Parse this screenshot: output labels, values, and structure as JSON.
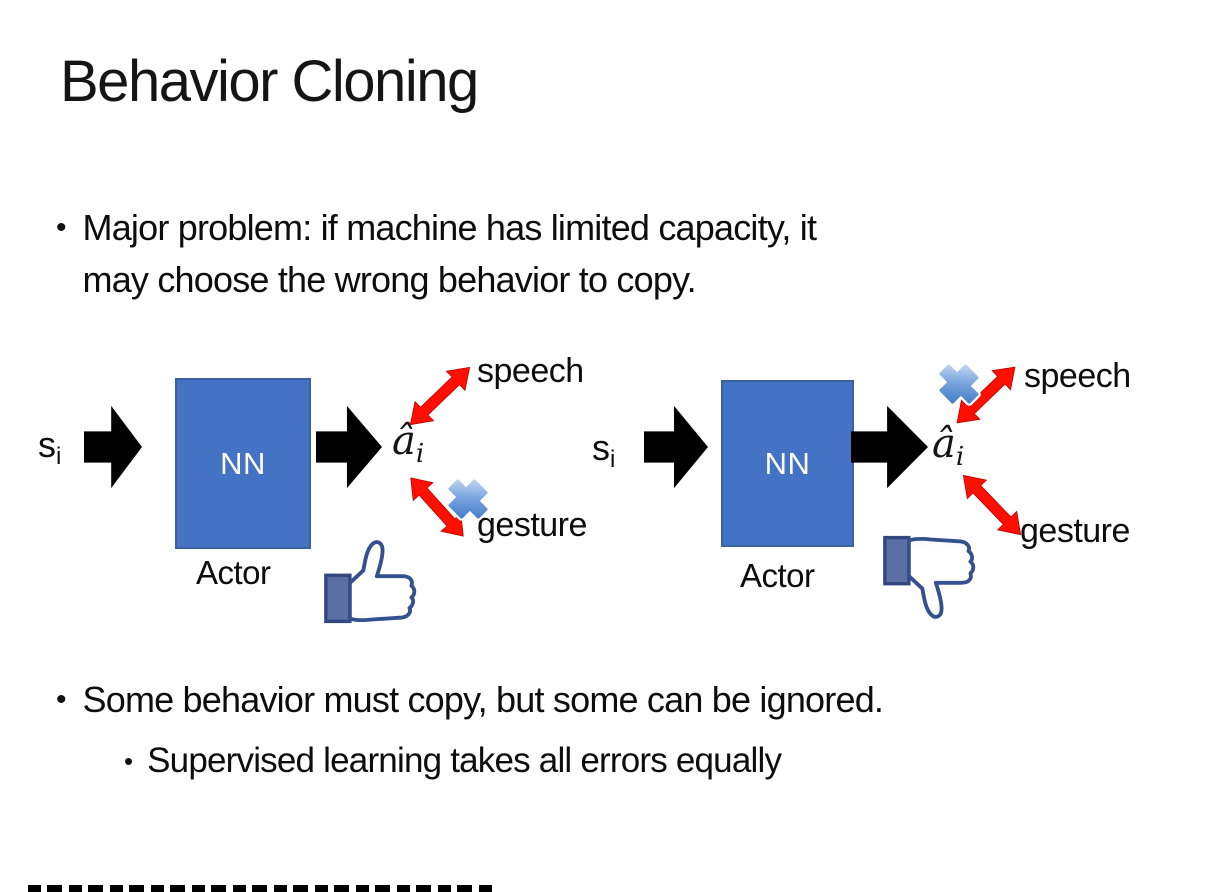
{
  "slide": {
    "title": "Behavior Cloning",
    "bullets": {
      "major_problem_line1": "Major problem: if machine has limited capacity, it",
      "major_problem_line2": "may choose the wrong behavior to copy.",
      "some_behavior": "Some behavior must copy, but some can be ignored.",
      "supervised": "Supervised learning takes all errors equally"
    }
  },
  "diagram": {
    "left": {
      "input_symbol": "s",
      "input_subscript": "i",
      "nn_label": "NN",
      "caption": "Actor",
      "output_symbol": "â",
      "output_subscript": "i",
      "branch_top_label": "speech",
      "branch_bottom_label": "gesture",
      "crossed_branch": "gesture",
      "feedback_icon": "thumbs-up-icon"
    },
    "right": {
      "input_symbol": "s",
      "input_subscript": "i",
      "nn_label": "NN",
      "caption": "Actor",
      "output_symbol": "â",
      "output_subscript": "i",
      "branch_top_label": "speech",
      "branch_bottom_label": "gesture",
      "crossed_branch": "speech",
      "feedback_icon": "thumbs-down-icon"
    }
  },
  "colors": {
    "nn_box_fill": "#4472C4",
    "nn_box_border": "#3B619E",
    "nn_text": "#FFFFFF",
    "block_arrow_black": "#000000",
    "double_arrow_red": "#FF0F00",
    "cross_icon_blue": "#2B67BE",
    "facebook_outline_navy": "#34508F",
    "facebook_cuff_blue": "#5B6EA5",
    "body_text": "#0D0D0D"
  }
}
